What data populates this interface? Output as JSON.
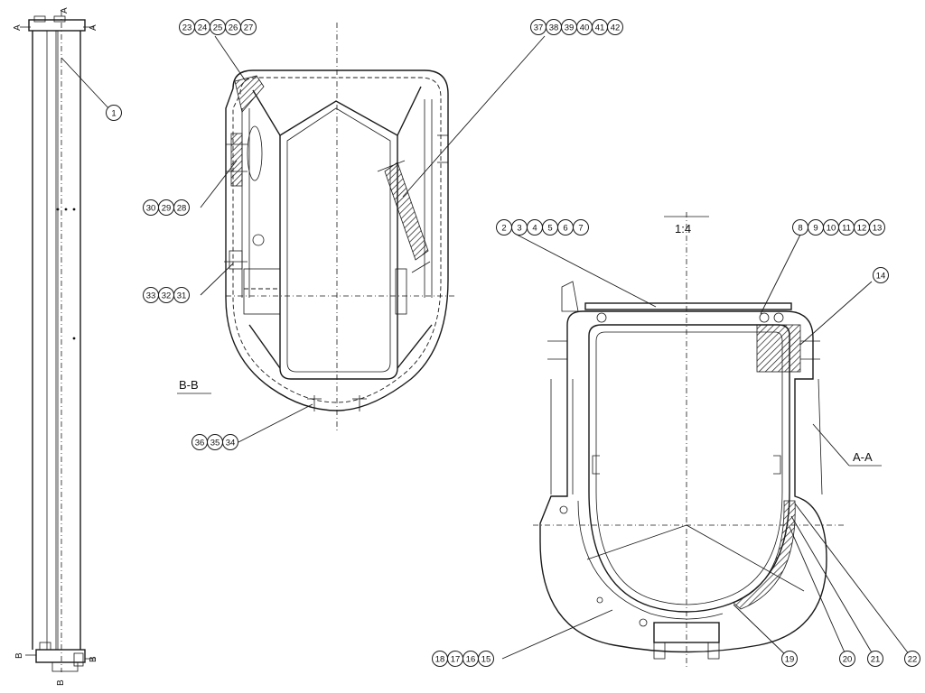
{
  "view_labels": {
    "section_bb": "B-B",
    "section_aa": "A-A",
    "scale": "1:4"
  },
  "cut_markers": {
    "a": "A",
    "b": "B"
  },
  "callout_groups": [
    {
      "id": "g1",
      "numbers": [
        "1"
      ]
    },
    {
      "id": "g23",
      "numbers": [
        "23",
        "24",
        "25",
        "26",
        "27"
      ]
    },
    {
      "id": "g30",
      "numbers": [
        "30",
        "29",
        "28"
      ]
    },
    {
      "id": "g33",
      "numbers": [
        "33",
        "32",
        "31"
      ]
    },
    {
      "id": "g36",
      "numbers": [
        "36",
        "35",
        "34"
      ]
    },
    {
      "id": "g37",
      "numbers": [
        "37",
        "38",
        "39",
        "40",
        "41",
        "42"
      ]
    },
    {
      "id": "g2",
      "numbers": [
        "2",
        "3",
        "4",
        "5",
        "6",
        "7"
      ]
    },
    {
      "id": "g8",
      "numbers": [
        "8",
        "9",
        "10",
        "11",
        "12",
        "13"
      ]
    },
    {
      "id": "g14",
      "numbers": [
        "14"
      ]
    },
    {
      "id": "g18",
      "numbers": [
        "18",
        "17",
        "16",
        "15"
      ]
    },
    {
      "id": "g19",
      "numbers": [
        "19"
      ]
    },
    {
      "id": "g20",
      "numbers": [
        "20"
      ]
    },
    {
      "id": "g21",
      "numbers": [
        "21"
      ]
    },
    {
      "id": "g22",
      "numbers": [
        "22"
      ]
    }
  ]
}
